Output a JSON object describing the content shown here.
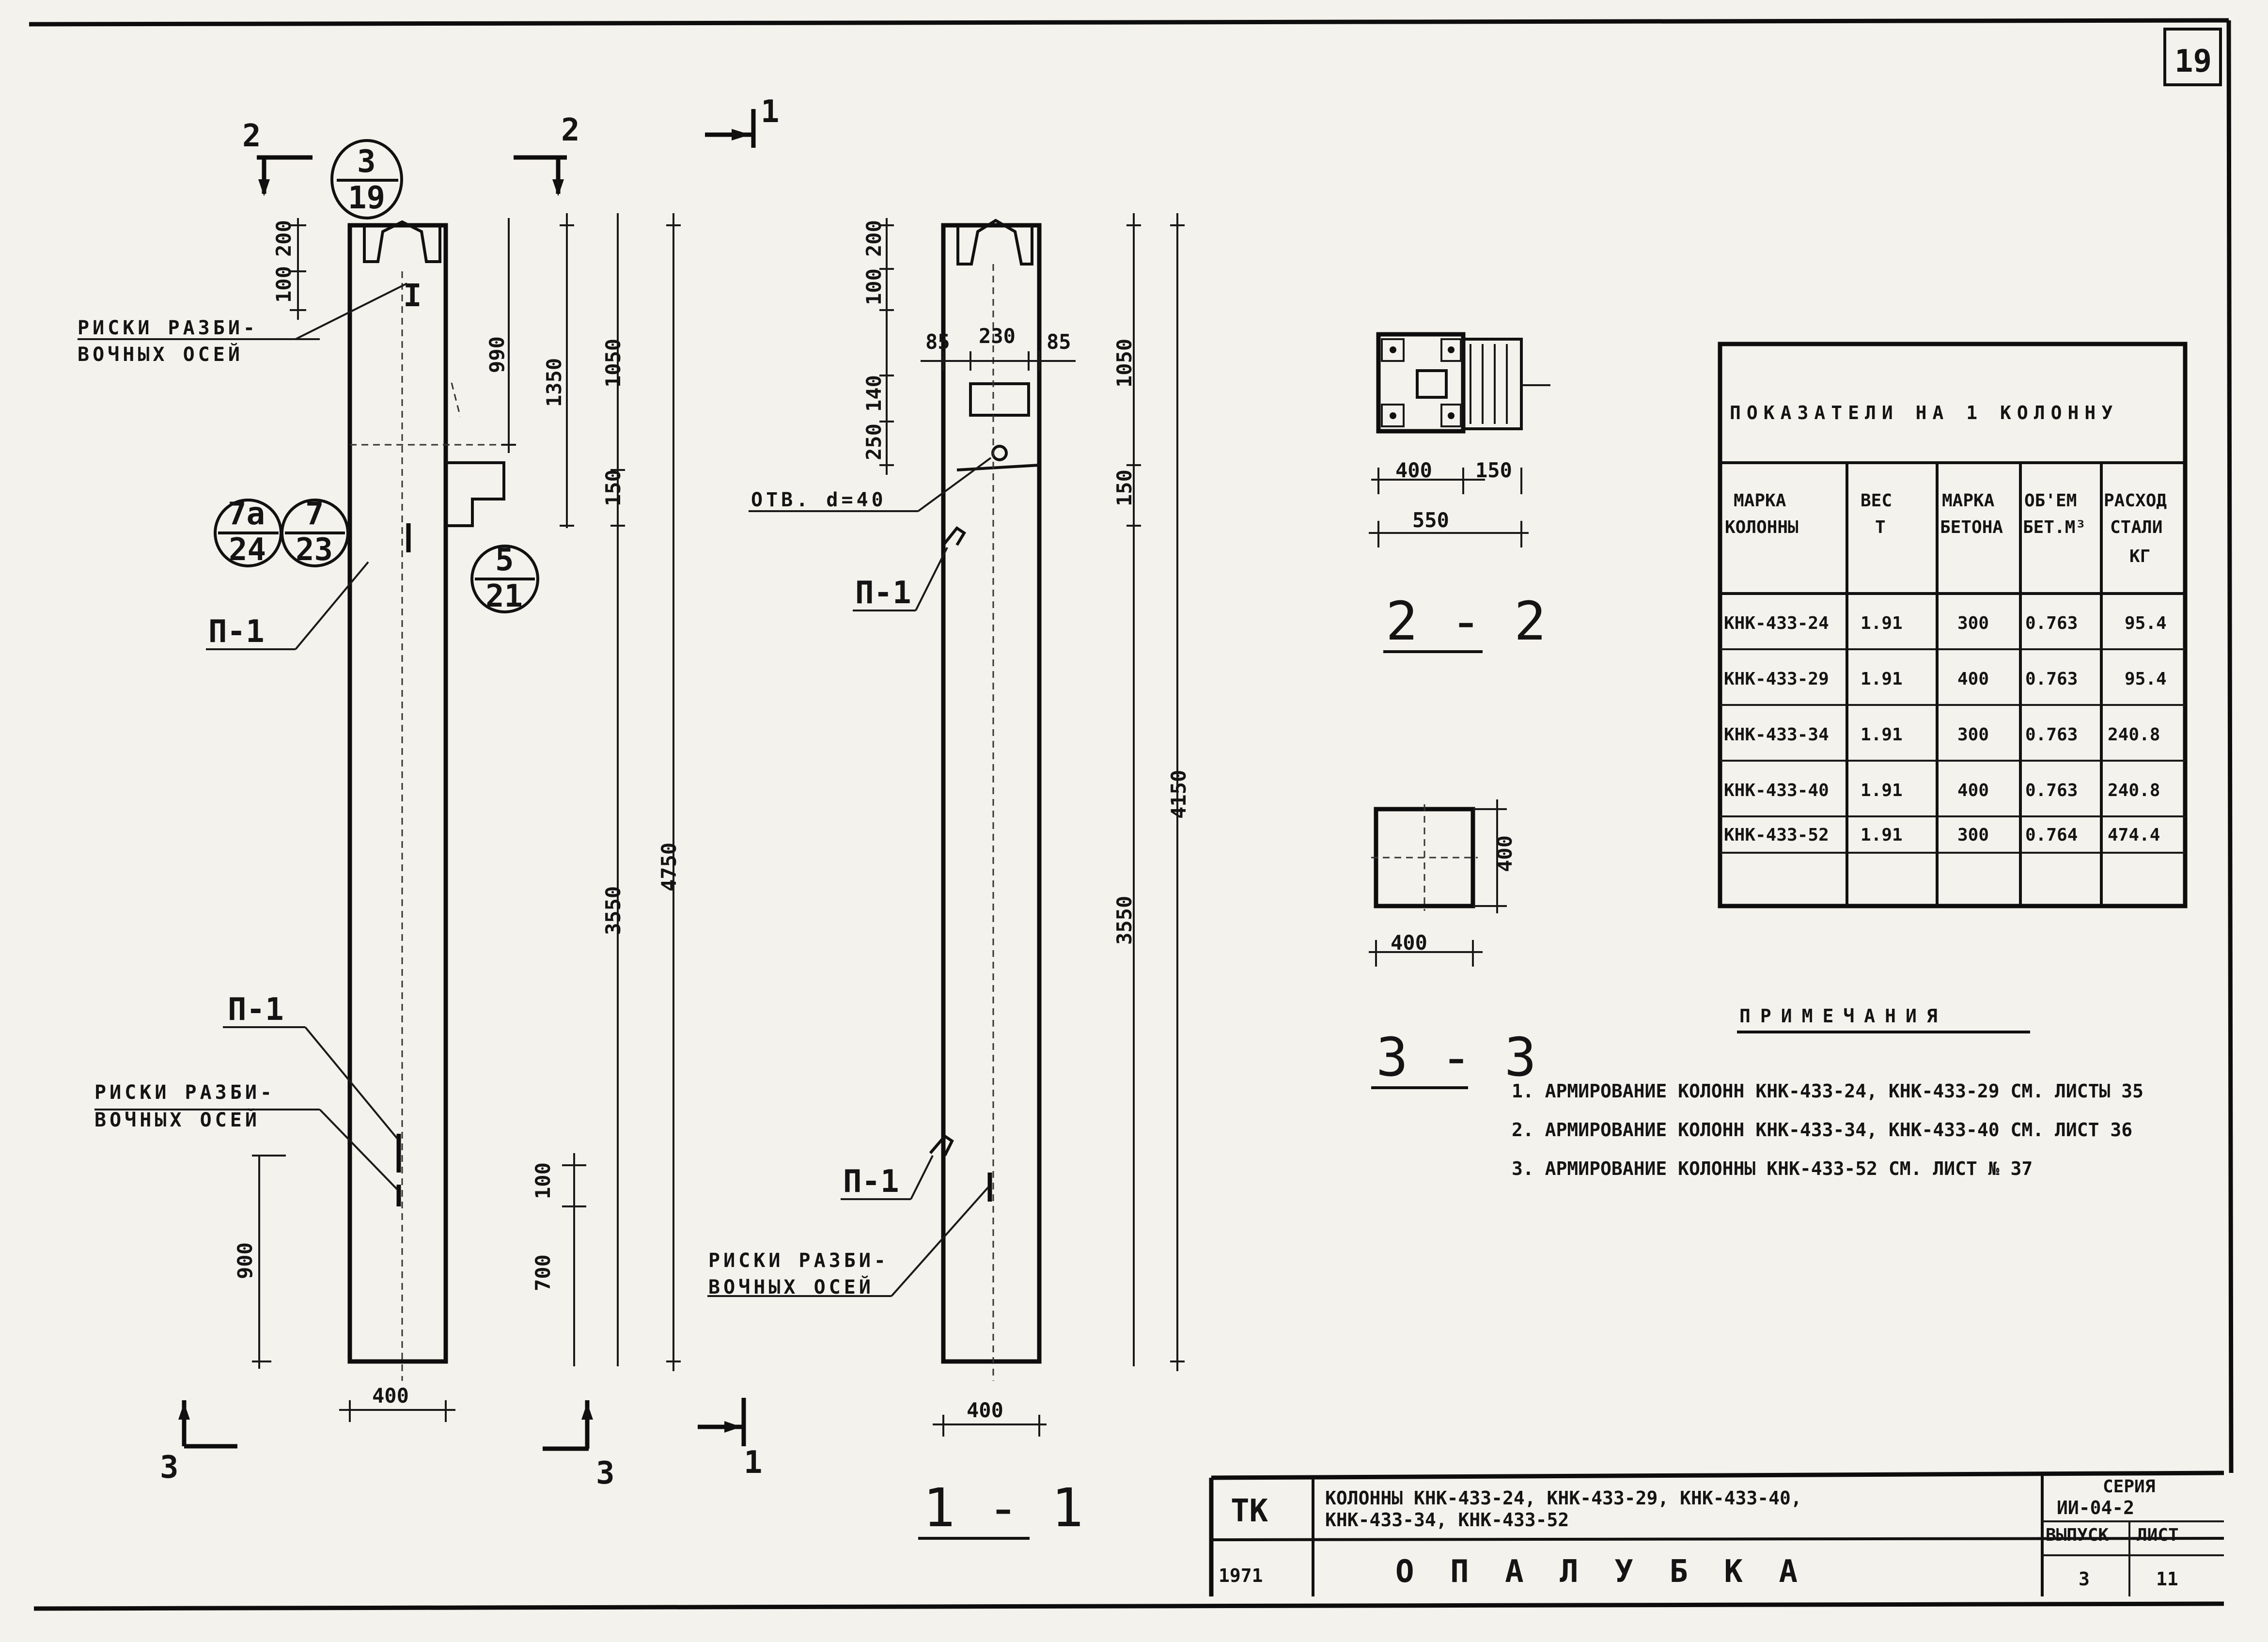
{
  "page_number": "19",
  "labels": {
    "section_2_left": "2",
    "section_2_right": "2",
    "section_1_top": "1",
    "section_1_bottom": "1",
    "section_3_left": "3",
    "section_3_right": "3",
    "axis_marks_1": "РИСКИ РАЗБИ-",
    "axis_marks_2": "ВОЧНЫХ ОСЕЙ",
    "axis_marks_3": "РИСКИ РАЗБИ-",
    "axis_marks_4": "ВОЧНЫХ ОСЕЙ",
    "axis_marks_5": "РИСКИ РАЗБИ-",
    "axis_marks_6": "ВОЧНЫХ ОСЕЙ",
    "p1_a": "П-1",
    "p1_b": "П-1",
    "p1_c": "П-1",
    "p1_d": "П-1",
    "hole": "ОТВ. d=40",
    "i_mark_1": "I",
    "i_mark_2": "I"
  },
  "callouts": [
    {
      "top": "3",
      "bottom": "19"
    },
    {
      "top": "7а",
      "bottom": "24"
    },
    {
      "top": "7",
      "bottom": "23"
    },
    {
      "top": "5",
      "bottom": "21"
    }
  ],
  "dims": {
    "d200a": "200",
    "d100a": "100",
    "d990": "990",
    "d1350": "1350",
    "d1050a": "1050",
    "d150a": "150",
    "d3550a": "3550",
    "d4750a": "4750",
    "d900": "900",
    "d100b": "100",
    "d700": "700",
    "d400a": "400",
    "d200b": "200",
    "d100c": "100",
    "d85a": "85",
    "d230": "230",
    "d85b": "85",
    "d140": "140",
    "d250": "250",
    "d1050b": "1050",
    "d150b": "150",
    "d4150": "4150",
    "d3550b": "3550",
    "d400b": "400",
    "d400c": "400",
    "d150c": "150",
    "d550": "550",
    "d400d": "400",
    "d400e": "400"
  },
  "sections": {
    "s11": "1 - 1",
    "s22": "2 - 2",
    "s33": "3 - 3"
  },
  "table": {
    "title": "ПОКАЗАТЕЛИ НА 1 КОЛОННУ",
    "headers": [
      [
        "МАРКА",
        "КОЛОННЫ"
      ],
      [
        "ВЕС",
        "Т"
      ],
      [
        "МАРКА",
        "БЕТОНА"
      ],
      [
        "ОБ'ЕМ",
        "БЕТ.М³"
      ],
      [
        "РАСХОД",
        "СТАЛИ",
        "КГ"
      ]
    ],
    "rows": [
      [
        "КНК-433-24",
        "1.91",
        "300",
        "0.763",
        "95.4"
      ],
      [
        "КНК-433-29",
        "1.91",
        "400",
        "0.763",
        "95.4"
      ],
      [
        "КНК-433-34",
        "1.91",
        "300",
        "0.763",
        "240.8"
      ],
      [
        "КНК-433-40",
        "1.91",
        "400",
        "0.763",
        "240.8"
      ],
      [
        "КНК-433-52",
        "1.91",
        "300",
        "0.764",
        "474.4"
      ]
    ]
  },
  "notes": {
    "title": "ПРИМЕЧАНИЯ",
    "items": [
      "1. АРМИРОВАНИЕ КОЛОНН КНК-433-24, КНК-433-29 СМ. ЛИСТЫ 35",
      "2. АРМИРОВАНИЕ КОЛОНН КНК-433-34, КНК-433-40 СМ. ЛИСТ 36",
      "3. АРМИРОВАНИЕ КОЛОННЫ КНК-433-52 СМ. ЛИСТ № 37"
    ]
  },
  "title_block": {
    "org": "ТК",
    "year": "1971",
    "name_line1": "КОЛОННЫ КНК-433-24, КНК-433-29, КНК-433-40,",
    "name_line2": "КНК-433-34, КНК-433-52",
    "title": "О П А Л У Б К А",
    "series_label": "СЕРИЯ",
    "series_value": "ИИ-04-2",
    "issue_label": "ВЫПУСК",
    "issue_value": "3",
    "sheet_label": "ЛИСТ",
    "sheet_value": "11"
  }
}
